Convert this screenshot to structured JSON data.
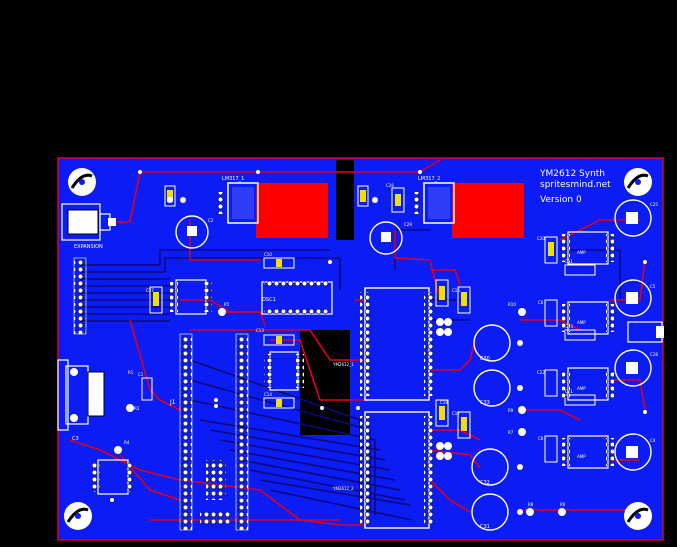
{
  "board": {
    "title_lines": [
      "YM2612 Synth",
      "spritesmind.net",
      "Version 0"
    ],
    "colors": {
      "background": "#000000",
      "board": "#0b1cf5",
      "trace_top": "#e0001a",
      "trace_bottom": "#0a0a7a",
      "copper_fill": "#ff0000",
      "silkscreen": "#ffffff",
      "pad": "#ffffff",
      "cap_yellow": "#f0e000"
    }
  },
  "labels": {
    "lm317_1": "LM317_1",
    "lm317_2": "LM317_2",
    "expansion": "EXPANSION",
    "ym2612_1": "YM2612_1",
    "ym2612_2": "YM2612_2",
    "j1": "J1",
    "osc1": "OSC1",
    "r5": "R5",
    "r6": "R6",
    "r8": "R8",
    "r9": "R9",
    "r10": "R10",
    "r1": "R1",
    "r3": "R3",
    "r4": "R4",
    "r7": "R7",
    "c1": "C1",
    "c3": "C3",
    "c4": "C4",
    "c5": "C5",
    "c6": "C6",
    "c8": "C8",
    "c10": "C10",
    "c11": "C11",
    "c12": "C12",
    "c13": "C13",
    "c14": "C14",
    "c16": "C16",
    "c17": "C17",
    "c18": "C18",
    "c20": "C20",
    "c21": "C21",
    "c22": "C22",
    "c23": "C23",
    "c25": "C25",
    "c26": "C26",
    "c27": "C27",
    "c28": "C28",
    "c29": "C29",
    "c30": "C30",
    "c31": "C31",
    "c32": "C32",
    "c33": "C33",
    "c2": "C2",
    "amp": "AMP"
  }
}
